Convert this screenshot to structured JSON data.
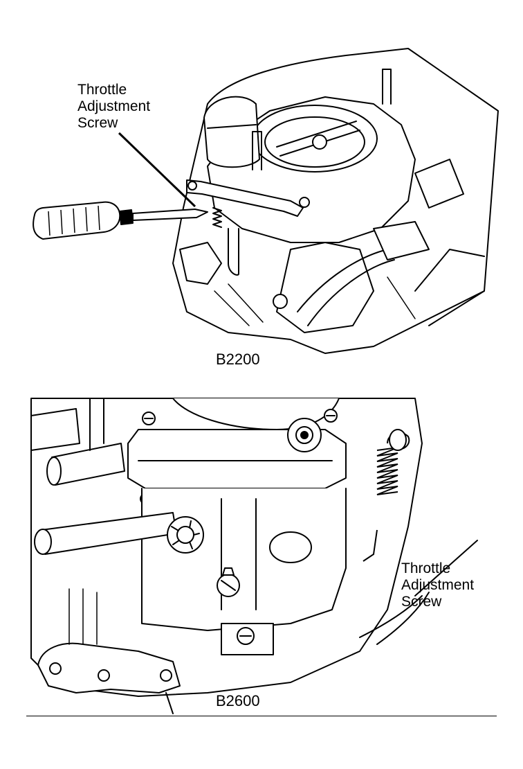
{
  "figures": [
    {
      "model": "B2200",
      "callout": [
        "Throttle",
        "Adjustment",
        "Screw"
      ],
      "icons": [
        "carburetor-illustration",
        "screwdriver-icon"
      ]
    },
    {
      "model": "B2600",
      "callout": [
        "Throttle",
        "Adjustment",
        "Screw"
      ],
      "icons": [
        "carburetor-illustration",
        "throttle-spring-icon"
      ]
    }
  ],
  "colors": {
    "ink": "#000000",
    "paper": "#ffffff",
    "shade": "#e6e6e6"
  }
}
